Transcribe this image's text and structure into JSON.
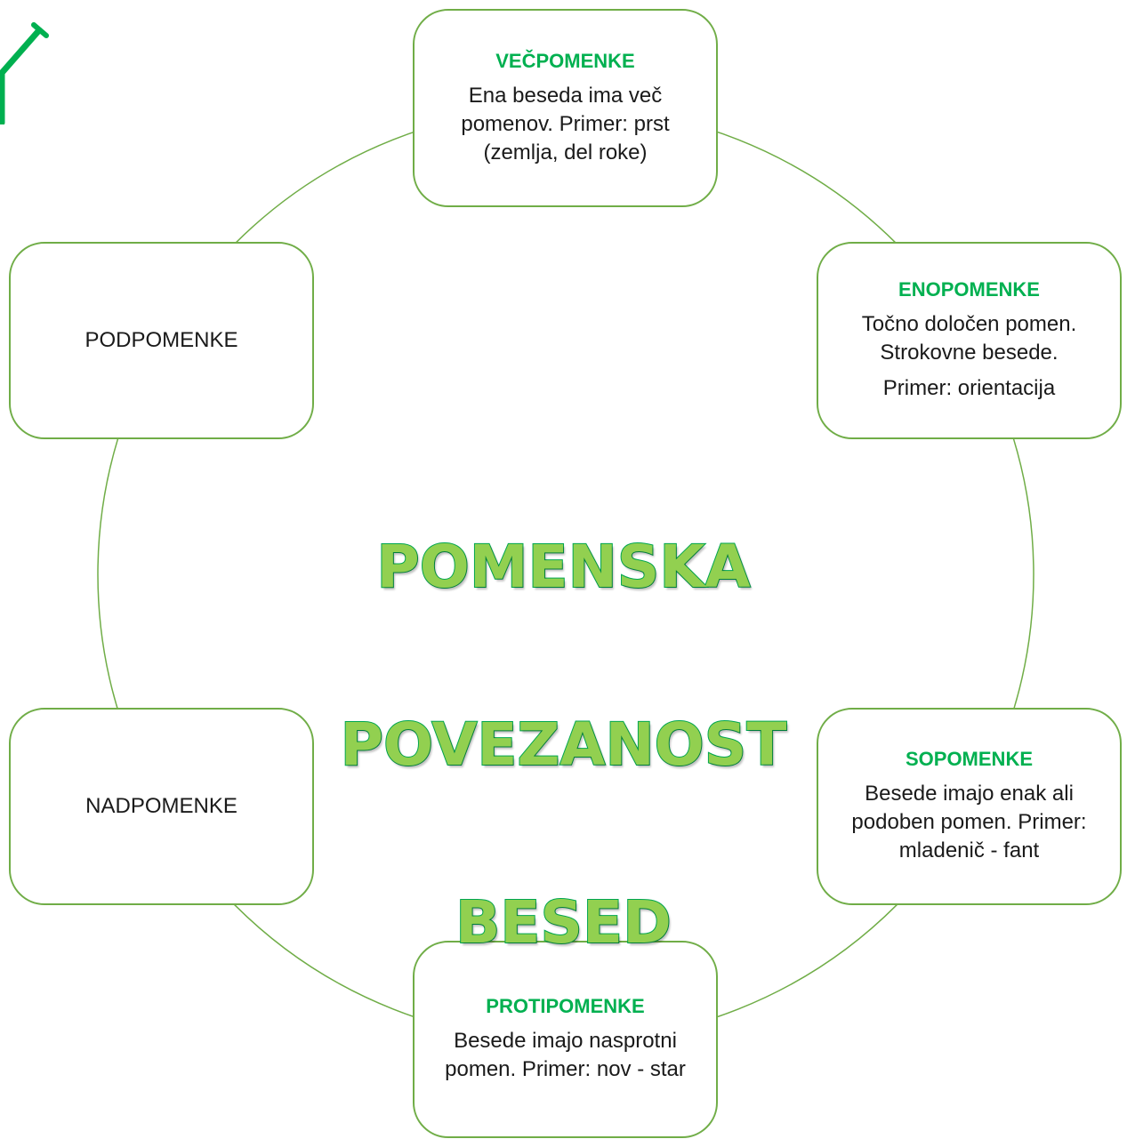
{
  "colors": {
    "accent_green": "#00b050",
    "box_border": "#70ad47",
    "ring_line": "#70ad47",
    "title_fill": "#92d050",
    "title_outline": "#00a650"
  },
  "icon": "pencil-check-icon",
  "center": {
    "line1": "POMENSKA",
    "line2": "POVEZANOST",
    "line3": "BESED"
  },
  "nodes": [
    {
      "title": "VEČPOMENKE",
      "text": "Ena beseda ima več pomenov. Primer: prst (zemlja, del roke)"
    },
    {
      "title": "ENOPOMENKE",
      "text": "Točno določen pomen. Strokovne besede.",
      "extra": "Primer: orientacija"
    },
    {
      "title": "SOPOMENKE",
      "text": "Besede imajo enak ali podoben pomen. Primer: mladenič - fant"
    },
    {
      "title": "PROTIPOMENKE",
      "text": "Besede imajo nasprotni pomen. Primer: nov - star"
    },
    {
      "label": "NADPOMENKE"
    },
    {
      "label": "PODPOMENKE"
    }
  ]
}
